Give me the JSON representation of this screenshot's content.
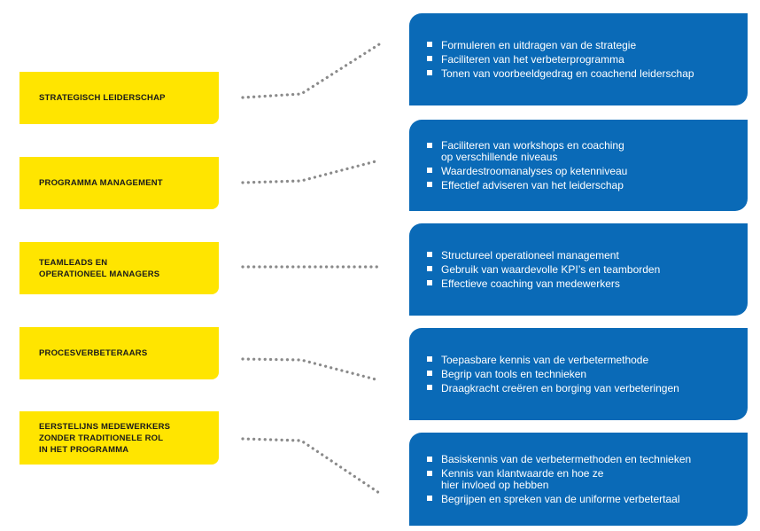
{
  "colors": {
    "role_bg": "#ffe500",
    "panel_bg": "#0a6ab7",
    "connector": "#8a8a8a"
  },
  "rows": [
    {
      "role": "STRATEGISCH LEIDERSCHAP",
      "competencies": [
        "Formuleren en uitdragen van de strategie",
        "Faciliteren van het verbeterprogramma",
        "Tonen van voorbeeldgedrag en coachend leiderschap"
      ]
    },
    {
      "role": "PROGRAMMA MANAGEMENT",
      "competencies": [
        "Faciliteren van workshops en coaching\nop verschillende niveaus",
        "Waardestroomanalyses op ketenniveau",
        "Effectief adviseren van het leiderschap"
      ]
    },
    {
      "role": "TEAMLEADS EN\nOPERATIONEEL MANAGERS",
      "competencies": [
        "Structureel operationeel management",
        "Gebruik van waardevolle KPI’s en teamborden",
        "Effectieve coaching van medewerkers"
      ]
    },
    {
      "role": "PROCESVERBETERAARS",
      "competencies": [
        "Toepasbare kennis van de verbetermethode",
        "Begrip van tools en technieken",
        "Draagkracht creëren en borging van verbeteringen"
      ]
    },
    {
      "role": "EERSTELIJNS MEDEWERKERS\nZONDER TRADITIONELE ROL\nIN HET PROGRAMMA",
      "competencies": [
        "Basiskennis van de verbetermethoden en technieken",
        "Kennis van klantwaarde en hoe ze\nhier invloed op hebben",
        "Begrijpen en spreken van de uniforme verbetertaal"
      ]
    }
  ]
}
